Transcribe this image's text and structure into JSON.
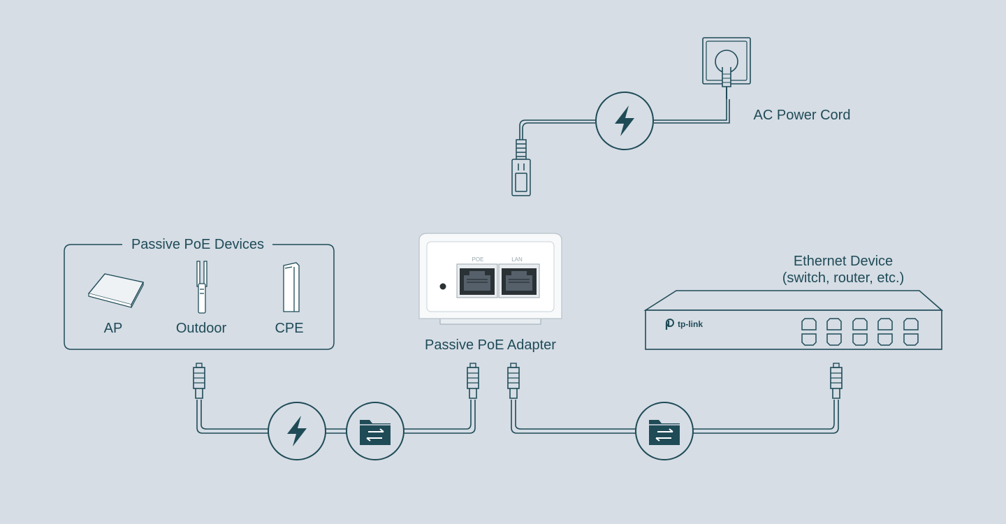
{
  "labels": {
    "ac_power_cord": "AC Power Cord",
    "group_title": "Passive PoE Devices",
    "ap": "AP",
    "outdoor": "Outdoor",
    "cpe": "CPE",
    "adapter": "Passive PoE Adapter",
    "adapter_port_poe": "POE",
    "adapter_port_lan": "LAN",
    "ethernet_line1": "Ethernet Device",
    "ethernet_line2": "(switch, router, etc.)",
    "switch_brand": "tp-link"
  },
  "icons": [
    "power-icon",
    "data-transfer-icon"
  ],
  "colors": {
    "background": "#d6dde5",
    "ink": "#1f4b57",
    "icon_fill": "#1f4b57"
  }
}
